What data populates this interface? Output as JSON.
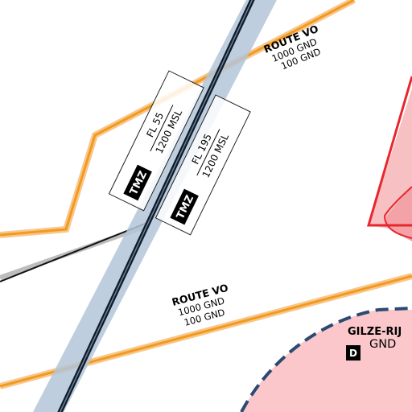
{
  "colors": {
    "background": "#ffffff",
    "route_orange": "#f39a1e",
    "route_halo": "#f7c78c",
    "corridor_blue": "#b3c6d9",
    "corridor_line": "#0f1b2a",
    "restricted_red": "#e8262d",
    "restricted_fill": "#f6b9bd",
    "ctr_fill": "#fbc7cb",
    "ctr_border": "#2b4a73",
    "grey_line": "#bdbdbd"
  },
  "labels": {
    "route_vo_top": {
      "name": "ROUTE VO",
      "line1": "1000 GND",
      "line2": "100  GND"
    },
    "route_vo_mid": {
      "name": "ROUTE VO",
      "line1": "1000 GND",
      "line2": "100  GND"
    },
    "tmz_left": {
      "badge": "TMZ",
      "upper": "FL 55",
      "lower": "1200 MSL"
    },
    "tmz_right": {
      "badge": "TMZ",
      "upper": "FL 195",
      "lower": "1200 MSL"
    },
    "airfield": {
      "name": "GILZE-RIJ",
      "class": "D",
      "floor": "GND"
    }
  },
  "icons": {
    "airspace_class_badge": "airspace-class-d-icon"
  }
}
